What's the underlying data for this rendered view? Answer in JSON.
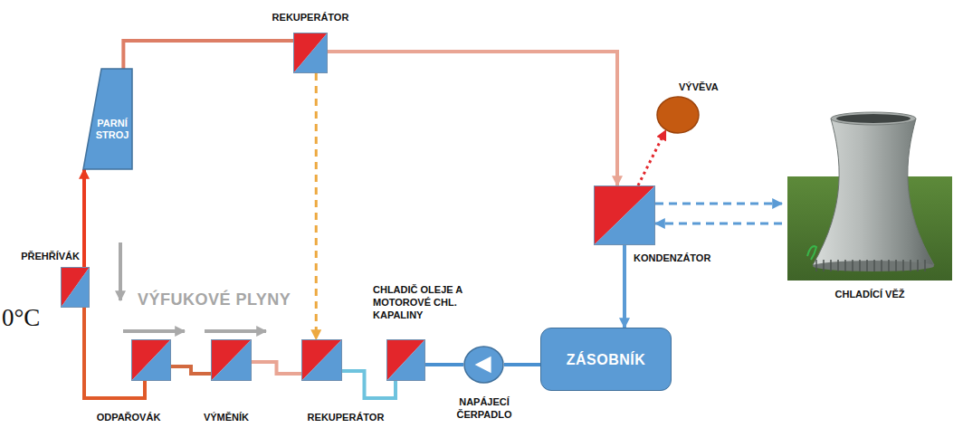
{
  "diagram": {
    "nodes": [
      {
        "text": [
          "REKUPERÁTOR"
        ]
      },
      {
        "text": [
          "PARNÍ STROJ"
        ]
      },
      {
        "text": [
          "VÝVĚVA"
        ]
      },
      {
        "text": [
          "KONDENZÁTOR"
        ]
      },
      {
        "text": [
          "CHLADÍCÍ VĚŽ"
        ]
      },
      {
        "text": [
          "PŘEHŘÍVÁK"
        ]
      },
      {
        "text": [
          "CHLADIČ OLEJE A MOTOROVÉ CHL. KAPALINY"
        ]
      },
      {
        "text": [
          "ZÁSOBNÍK"
        ]
      },
      {
        "text": [
          "ODPAŘOVÁK"
        ]
      },
      {
        "text": [
          "VÝMĚNÍK"
        ]
      },
      {
        "text": [
          "REKUPERÁTOR"
        ]
      },
      {
        "text": [
          "NAPÁJECÍ ČERPADLO"
        ]
      }
    ],
    "edges": [
      {
        "from": 1,
        "to": 0,
        "arrow": "none"
      },
      {
        "from": 0,
        "to": 3,
        "arrow": "to"
      },
      {
        "from": 0,
        "to": 10,
        "arrow": "to"
      },
      {
        "from": 3,
        "to": 2,
        "arrow": "to"
      },
      {
        "from": 3,
        "to": 4,
        "arrow": "to"
      },
      {
        "from": 4,
        "to": 3,
        "arrow": "to"
      },
      {
        "from": 3,
        "to": 7,
        "arrow": "to"
      },
      {
        "from": 7,
        "to": 11,
        "arrow": "none"
      },
      {
        "from": 11,
        "to": 6,
        "arrow": "none"
      },
      {
        "from": 6,
        "to": 10,
        "arrow": "none"
      },
      {
        "from": 10,
        "to": 9,
        "arrow": "none"
      },
      {
        "from": 9,
        "to": 8,
        "arrow": "none"
      },
      {
        "from": 8,
        "to": 5,
        "arrow": "none"
      },
      {
        "from": 5,
        "to": 1,
        "arrow": "to"
      }
    ],
    "labels": [
      "VÝFUKOVÉ PLYNY",
      "0°C"
    ]
  }
}
